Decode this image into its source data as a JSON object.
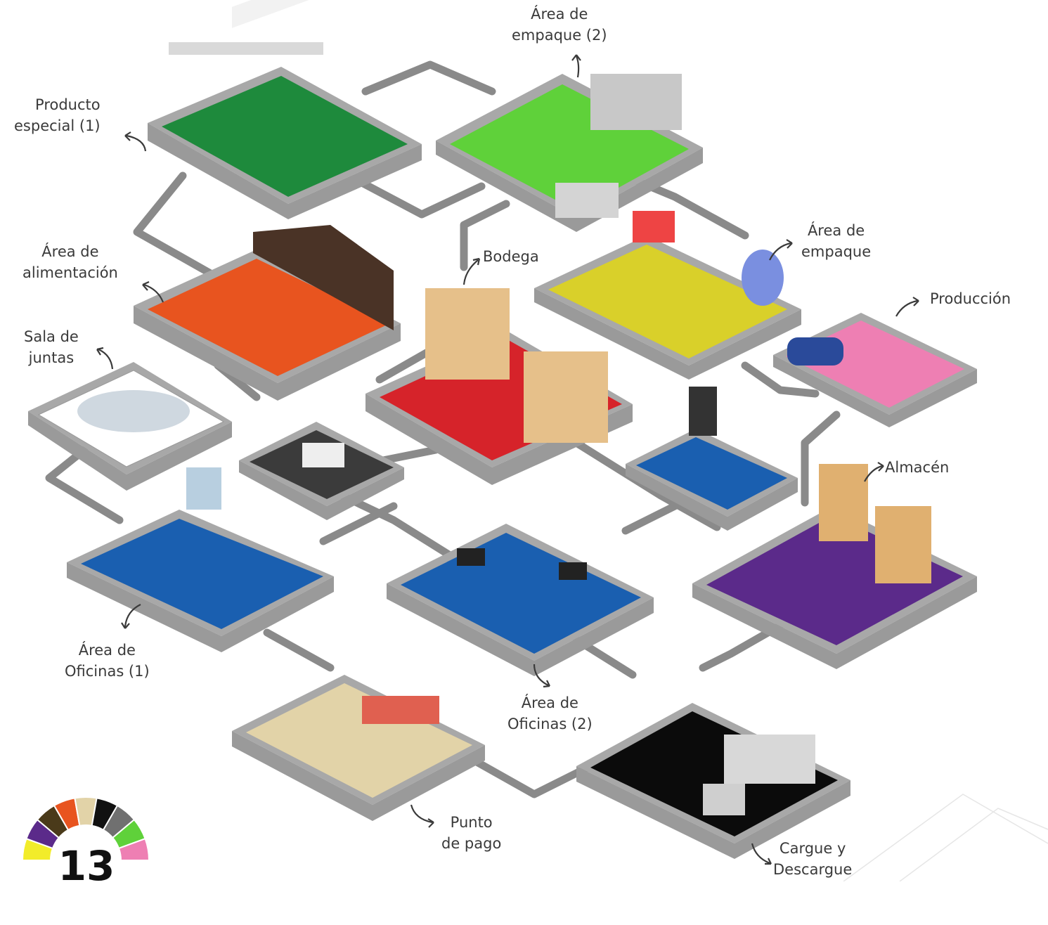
{
  "labels": {
    "producto_especial": [
      "Producto",
      "especial (1)"
    ],
    "area_empaque_2": [
      "Área de",
      "empaque (2)"
    ],
    "area_alimentacion": [
      "Área de",
      "alimentación"
    ],
    "bodega": [
      "Bodega"
    ],
    "area_empaque": [
      "Área de",
      "empaque"
    ],
    "produccion": [
      "Producción"
    ],
    "sala_juntas": [
      "Sala de",
      "juntas"
    ],
    "almacen": [
      "Almacén"
    ],
    "area_oficinas_1": [
      "Área de",
      "Oficinas (1)"
    ],
    "area_oficinas_2": [
      "Área de",
      "Oficinas (2)"
    ],
    "punto_pago": [
      "Punto",
      "de pago"
    ],
    "cargue_descargue": [
      "Cargue y",
      "Descargue"
    ]
  },
  "badge": {
    "number": "13"
  },
  "zone_colors": {
    "producto_especial": "#1e8a3c",
    "area_empaque_2": "#5fd13a",
    "area_alimentacion": "#e8541f",
    "bodega": "#d6232a",
    "area_empaque": "#d9d02a",
    "produccion": "#ee7fb3",
    "sala_juntas": "#ffffff",
    "recepcion": "#3b3b3b",
    "oficina_pequena": "#1a5fb0",
    "almacen": "#5b2a8a",
    "area_oficinas_1": "#1a5fb0",
    "area_oficinas_2": "#1a5fb0",
    "punto_pago": "#e2d3a8",
    "cargue_descargue": "#0b0b0b"
  },
  "badge_colors": [
    "#f2ec2a",
    "#5b2a8a",
    "#4a3a1a",
    "#e8541f",
    "#e2d3a8",
    "#111111",
    "#707070",
    "#5fd13a",
    "#ee7fb3"
  ]
}
